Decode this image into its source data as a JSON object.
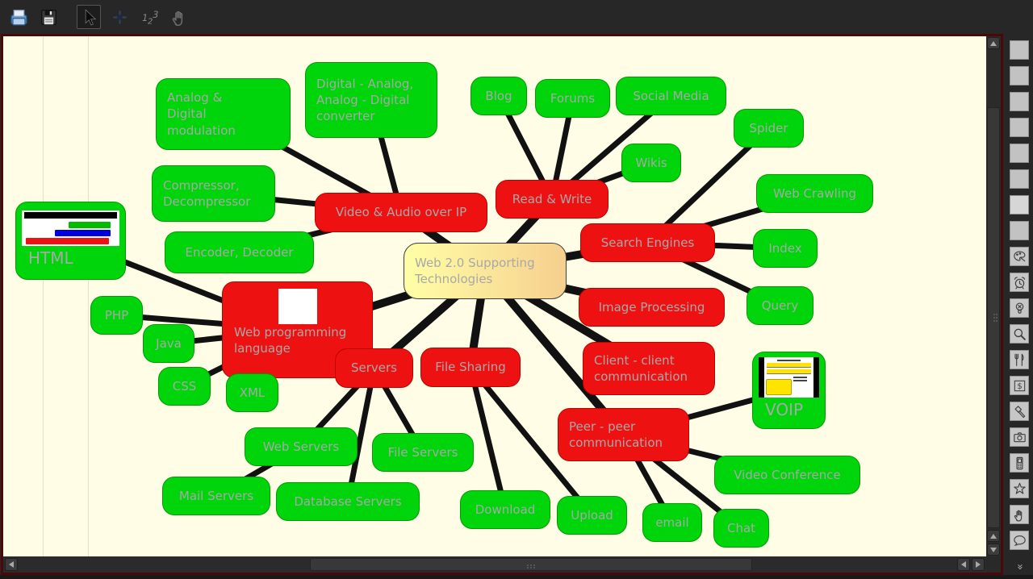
{
  "toolbar": {
    "items": [
      {
        "name": "print"
      },
      {
        "name": "save"
      },
      {
        "name": "select-arrow",
        "active": true
      },
      {
        "name": "crosshair"
      },
      {
        "name": "numbers",
        "label": "123"
      },
      {
        "name": "pan-hand"
      }
    ]
  },
  "mindmap": {
    "colors": {
      "canvas_bg": "#fffde6",
      "leaf": "#00d40a",
      "leaf_border": "#009c00",
      "branch": "#ee1111",
      "branch_border": "#bd0000",
      "center_gradient_start": "#ffffa6",
      "center_gradient_end": "#f6cf8e",
      "edge": "#111111",
      "node_text": "#a8a8a8"
    },
    "nodes": [
      {
        "id": "center",
        "type": "center",
        "label": "Web 2.0 Supporting\nTechnologies"
      },
      {
        "id": "video-audio-over-ip",
        "type": "branch",
        "label": "Video & Audio over IP"
      },
      {
        "id": "read-write",
        "type": "branch",
        "label": "Read & Write"
      },
      {
        "id": "search-engines",
        "type": "branch",
        "label": "Search Engines"
      },
      {
        "id": "image-processing",
        "type": "branch",
        "label": "Image Processing"
      },
      {
        "id": "client-client",
        "type": "branch",
        "label": "Client - client\ncommunication"
      },
      {
        "id": "peer-peer",
        "type": "branch",
        "label": "Peer - peer\ncommunication"
      },
      {
        "id": "web-programming",
        "type": "branch",
        "label": "Web programming\nlanguage",
        "image": "white-rectangle"
      },
      {
        "id": "servers",
        "type": "branch",
        "label": "Servers"
      },
      {
        "id": "file-sharing",
        "type": "branch",
        "label": "File Sharing"
      },
      {
        "id": "analog-digital-modulation",
        "type": "leaf",
        "label": "Analog &\nDigital\nmodulation"
      },
      {
        "id": "da-ad-converter",
        "type": "leaf",
        "label": "Digital - Analog,\nAnalog - Digital\nconverter"
      },
      {
        "id": "compressor-decompressor",
        "type": "leaf",
        "label": "Compressor,\nDecompressor"
      },
      {
        "id": "encoder-decoder",
        "type": "leaf",
        "label": "Encoder, Decoder"
      },
      {
        "id": "blog",
        "type": "leaf",
        "label": "Blog"
      },
      {
        "id": "forums",
        "type": "leaf",
        "label": "Forums"
      },
      {
        "id": "social-media",
        "type": "leaf",
        "label": "Social Media"
      },
      {
        "id": "wikis",
        "type": "leaf",
        "label": "Wikis"
      },
      {
        "id": "spider",
        "type": "leaf",
        "label": "Spider"
      },
      {
        "id": "web-crawling",
        "type": "leaf",
        "label": "Web Crawling"
      },
      {
        "id": "index",
        "type": "leaf",
        "label": "Index"
      },
      {
        "id": "query",
        "type": "leaf",
        "label": "Query"
      },
      {
        "id": "html",
        "type": "leaf",
        "label": "HTML",
        "image": "bar-chart-thumbnail"
      },
      {
        "id": "php",
        "type": "leaf",
        "label": "PHP"
      },
      {
        "id": "java",
        "type": "leaf",
        "label": "Java"
      },
      {
        "id": "css",
        "type": "leaf",
        "label": "CSS"
      },
      {
        "id": "xml",
        "type": "leaf",
        "label": "XML"
      },
      {
        "id": "web-servers",
        "type": "leaf",
        "label": "Web Servers"
      },
      {
        "id": "file-servers",
        "type": "leaf",
        "label": "File Servers"
      },
      {
        "id": "mail-servers",
        "type": "leaf",
        "label": "Mail Servers"
      },
      {
        "id": "database-servers",
        "type": "leaf",
        "label": "Database Servers"
      },
      {
        "id": "download",
        "type": "leaf",
        "label": "Download"
      },
      {
        "id": "upload",
        "type": "leaf",
        "label": "Upload"
      },
      {
        "id": "email",
        "type": "leaf",
        "label": "email"
      },
      {
        "id": "chat",
        "type": "leaf",
        "label": "Chat"
      },
      {
        "id": "voip",
        "type": "leaf",
        "label": "VOIP",
        "image": "document-thumbnail"
      },
      {
        "id": "video-conference",
        "type": "leaf",
        "label": "Video Conference"
      }
    ],
    "edges": [
      [
        "center",
        "video-audio-over-ip"
      ],
      [
        "center",
        "read-write"
      ],
      [
        "center",
        "search-engines"
      ],
      [
        "center",
        "image-processing"
      ],
      [
        "center",
        "client-client"
      ],
      [
        "center",
        "peer-peer"
      ],
      [
        "center",
        "web-programming"
      ],
      [
        "center",
        "servers"
      ],
      [
        "center",
        "file-sharing"
      ],
      [
        "video-audio-over-ip",
        "analog-digital-modulation"
      ],
      [
        "video-audio-over-ip",
        "da-ad-converter"
      ],
      [
        "video-audio-over-ip",
        "compressor-decompressor"
      ],
      [
        "video-audio-over-ip",
        "encoder-decoder"
      ],
      [
        "read-write",
        "blog"
      ],
      [
        "read-write",
        "forums"
      ],
      [
        "read-write",
        "social-media"
      ],
      [
        "read-write",
        "wikis"
      ],
      [
        "search-engines",
        "spider"
      ],
      [
        "search-engines",
        "web-crawling"
      ],
      [
        "search-engines",
        "index"
      ],
      [
        "search-engines",
        "query"
      ],
      [
        "web-programming",
        "html"
      ],
      [
        "web-programming",
        "php"
      ],
      [
        "web-programming",
        "java"
      ],
      [
        "web-programming",
        "css"
      ],
      [
        "web-programming",
        "xml"
      ],
      [
        "servers",
        "web-servers"
      ],
      [
        "servers",
        "file-servers"
      ],
      [
        "servers",
        "database-servers"
      ],
      [
        "web-servers",
        "mail-servers"
      ],
      [
        "file-sharing",
        "download"
      ],
      [
        "file-sharing",
        "upload"
      ],
      [
        "peer-peer",
        "voip"
      ],
      [
        "peer-peer",
        "video-conference"
      ],
      [
        "peer-peer",
        "email"
      ],
      [
        "peer-peer",
        "chat"
      ]
    ]
  },
  "flags": {
    "blank_slots": 8,
    "icons": [
      "palette",
      "alarm-clock",
      "lightbulb",
      "magnifier",
      "cutlery",
      "dollar",
      "hammer",
      "camera",
      "mobile-phone",
      "star",
      "stop-hand",
      "speech-bubble"
    ],
    "overflow_glyph": "»"
  }
}
